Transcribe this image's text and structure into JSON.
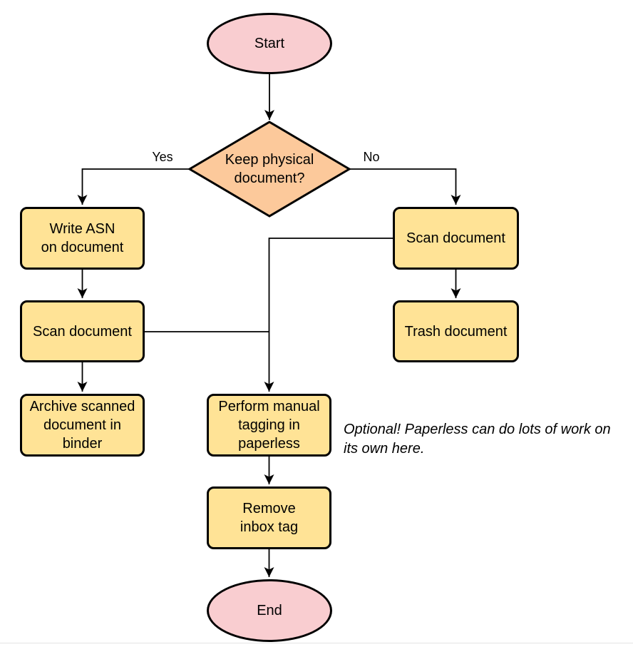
{
  "diagram": {
    "type": "flowchart",
    "nodes": {
      "start": {
        "label": "Start",
        "shape": "ellipse"
      },
      "decision": {
        "label": "Keep physical\ndocument?",
        "shape": "diamond"
      },
      "write_asn": {
        "label": "Write ASN\non document",
        "shape": "process"
      },
      "scan_left": {
        "label": "Scan document",
        "shape": "process"
      },
      "archive": {
        "label": "Archive scanned\ndocument in\nbinder",
        "shape": "process"
      },
      "scan_right": {
        "label": "Scan document",
        "shape": "process"
      },
      "trash": {
        "label": "Trash document",
        "shape": "process"
      },
      "tagging": {
        "label": "Perform manual\ntagging in\npaperless",
        "shape": "process"
      },
      "remove_inbox": {
        "label": "Remove\ninbox tag",
        "shape": "process"
      },
      "end": {
        "label": "End",
        "shape": "ellipse"
      }
    },
    "edge_labels": {
      "yes": "Yes",
      "no": "No"
    },
    "edges": [
      {
        "from": "start",
        "to": "decision"
      },
      {
        "from": "decision",
        "to": "write_asn",
        "label": "Yes"
      },
      {
        "from": "decision",
        "to": "scan_right",
        "label": "No"
      },
      {
        "from": "write_asn",
        "to": "scan_left"
      },
      {
        "from": "scan_left",
        "to": "archive"
      },
      {
        "from": "scan_left",
        "to": "tagging"
      },
      {
        "from": "scan_right",
        "to": "trash"
      },
      {
        "from": "scan_right",
        "to": "tagging"
      },
      {
        "from": "tagging",
        "to": "remove_inbox"
      },
      {
        "from": "remove_inbox",
        "to": "end"
      }
    ],
    "annotation": "Optional! Paperless can do lots of work on\nits own here.",
    "colors": {
      "terminal_fill": "#f9cdd0",
      "decision_fill": "#fcc99b",
      "process_fill": "#ffe396",
      "stroke": "#000000"
    }
  }
}
